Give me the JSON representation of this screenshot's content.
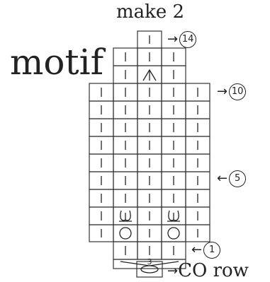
{
  "header": {
    "title": "make 2"
  },
  "motif_label": "motif",
  "chart": {
    "k2tog_count": "3",
    "row_labels": [
      {
        "arrow": "→",
        "number": "14"
      },
      {
        "arrow": "→",
        "number": "10"
      },
      {
        "arrow": "←",
        "number": "5"
      },
      {
        "arrow": "←",
        "number": "1"
      }
    ],
    "co_label": {
      "arrow": "→",
      "text": "CO row"
    }
  }
}
